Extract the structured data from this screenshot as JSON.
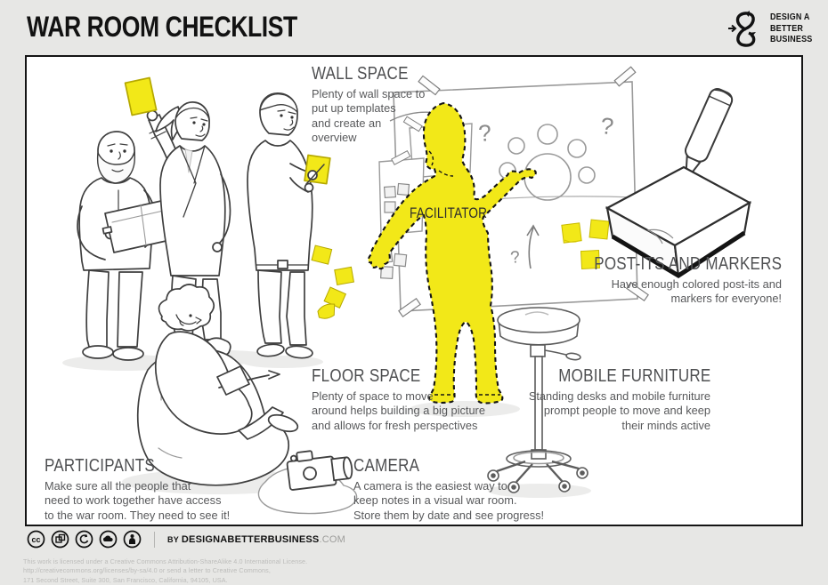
{
  "header": {
    "title": "WAR ROOM CHECKLIST",
    "logo": {
      "line1": "DESIGN A",
      "line2": "BETTER",
      "line3": "BUSINESS"
    }
  },
  "sections": {
    "wall_space": {
      "heading": "WALL SPACE",
      "body": "Plenty of wall space to\nput up templates\nand create an\noverview"
    },
    "facilitator": {
      "label": "FACILITATOR"
    },
    "post_its": {
      "heading": "POST-ITS AND MARKERS",
      "body": "Have enough colored post-its and\nmarkers for everyone!"
    },
    "floor_space": {
      "heading": "FLOOR SPACE",
      "body": "Plenty of space to move\naround helps building a big picture\nand allows for fresh perspectives"
    },
    "mobile_furniture": {
      "heading": "MOBILE FURNITURE",
      "body": "Standing desks and mobile furniture\nprompt people to move and keep\ntheir minds active"
    },
    "participants": {
      "heading": "PARTICIPANTS",
      "body": "Make sure all the people that\nneed to work together have access\nto the war room. They need to see it!"
    },
    "camera": {
      "heading": "CAMERA",
      "body": "A camera is the easiest way to\nkeep notes in a visual war room.\nStore them by date and see progress!"
    }
  },
  "illustration": {
    "question_mark": "?"
  },
  "footer": {
    "byline_prefix": "BY",
    "byline_name": "DESIGNABETTERBUSINESS",
    "byline_tld": ".COM",
    "icon_names": [
      "cc-icon",
      "remix-icon",
      "share-alike-icon",
      "cloud-icon",
      "attribution-icon"
    ],
    "cc_glyph": "cc",
    "license_line1": "This work is licensed under a Creative Commons Attribution-ShareAlike 4.0 International License.",
    "license_line2": "http://creativecommons.org/licenses/by-sa/4.0 or send a letter to Creative Commons,",
    "license_line3": "171 Second Street, Suite 300, San Francisco, California, 94105, USA."
  },
  "colors": {
    "accent_yellow": "#f2e818",
    "background": "#e7e7e5",
    "ink": "#141414",
    "text_gray": "#58595b",
    "sketch_gray": "#8a8a8a"
  }
}
